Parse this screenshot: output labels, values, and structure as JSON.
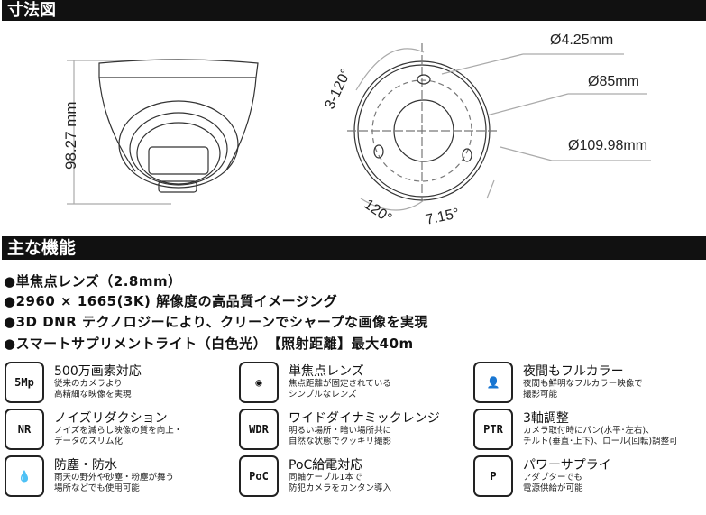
{
  "headers": {
    "dimensions": "寸法図",
    "features": "主な機能"
  },
  "dimensions": {
    "height": "98.27 mm",
    "hole": "Ø4.25mm",
    "mount": "Ø85mm",
    "outer": "Ø109.98mm",
    "angle_a": "3-120°",
    "angle_b": "120°",
    "angle_c": "7.15°"
  },
  "bullets": [
    "●単焦点レンズ（2.8mm）",
    "●2960 × 1665(3K) 解像度の高品質イメージング",
    "●3D DNR テクノロジーにより、クリーンでシャープな画像を実現",
    "●スマートサプリメントライト（白色光）　【照射距離】最大40m"
  ],
  "features": [
    {
      "icon": "5mp-icon",
      "icon_text": "5Mp",
      "title": "500万画素対応",
      "desc": "従来のカメラより\n高精細な映像を実現"
    },
    {
      "icon": "lens-icon",
      "icon_text": "◉",
      "title": "単焦点レンズ",
      "desc": "焦点距離が固定されている\nシンプルなレンズ"
    },
    {
      "icon": "night-color-icon",
      "icon_text": "👤",
      "title": "夜間もフルカラー",
      "desc": "夜間も鮮明なフルカラー映像で\n撮影可能"
    },
    {
      "icon": "noise-reduction-icon",
      "icon_text": "NR",
      "title": "ノイズリダクション",
      "desc": "ノイズを減らし映像の質を向上・\nデータのスリム化"
    },
    {
      "icon": "wdr-icon",
      "icon_text": "WDR",
      "title": "ワイドダイナミックレンジ",
      "desc": "明るい場所・暗い場所共に\n自然な状態でクッキリ撮影"
    },
    {
      "icon": "ptr-icon",
      "icon_text": "PTR",
      "title": "3軸調整",
      "desc": "カメラ取付時にパン(水平･左右)、\nチルト(垂直･上下)、ロール(回転)調整可"
    },
    {
      "icon": "waterproof-icon",
      "icon_text": "💧",
      "title": "防塵・防水",
      "desc": "雨天の野外や砂塵・粉塵が舞う\n場所などでも使用可能"
    },
    {
      "icon": "poc-icon",
      "icon_text": "PoC",
      "title": "PoC給電対応",
      "desc": "同軸ケーブル1本で\n防犯カメラをカンタン導入"
    },
    {
      "icon": "power-plug-icon",
      "icon_text": "P",
      "title": "パワーサプライ",
      "desc": "アダプターでも\n電源供給が可能"
    }
  ]
}
